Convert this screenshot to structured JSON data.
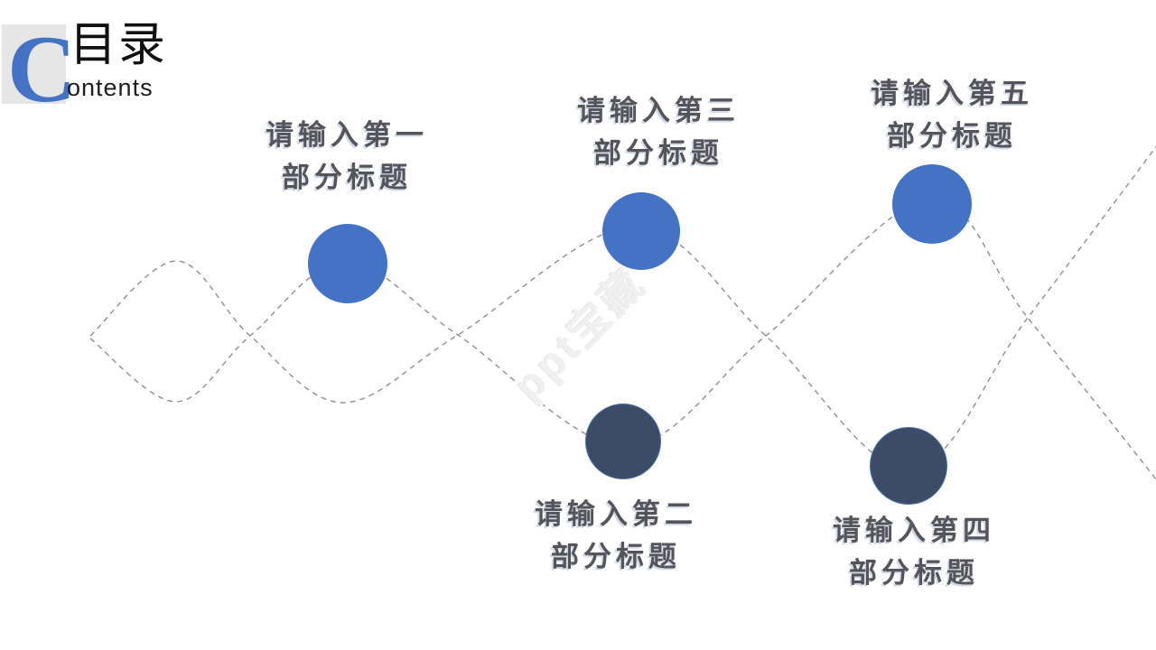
{
  "logo": {
    "initial": "C",
    "title_cn": "目录",
    "title_en": "ontents"
  },
  "watermark": {
    "text": "ppt宝藏"
  },
  "items": [
    {
      "id": 1,
      "line1": "请输入第一",
      "line2": "部分标题",
      "circle_color": "blue",
      "label_position": "above"
    },
    {
      "id": 2,
      "line1": "请输入第二",
      "line2": "部分标题",
      "circle_color": "navy",
      "label_position": "below"
    },
    {
      "id": 3,
      "line1": "请输入第三",
      "line2": "部分标题",
      "circle_color": "blue",
      "label_position": "above"
    },
    {
      "id": 4,
      "line1": "请输入第四",
      "line2": "部分标题",
      "circle_color": "navy",
      "label_position": "below"
    },
    {
      "id": 5,
      "line1": "请输入第五",
      "line2": "部分标题",
      "circle_color": "blue",
      "label_position": "above"
    }
  ],
  "colors": {
    "accent_blue": "#4472C4",
    "dark_navy": "#3D4C66",
    "label_gray": "#54545A",
    "dash_gray": "#8F8F8F",
    "logo_box_gray": "#E6E6E6",
    "logo_blue": "#4472C4"
  }
}
